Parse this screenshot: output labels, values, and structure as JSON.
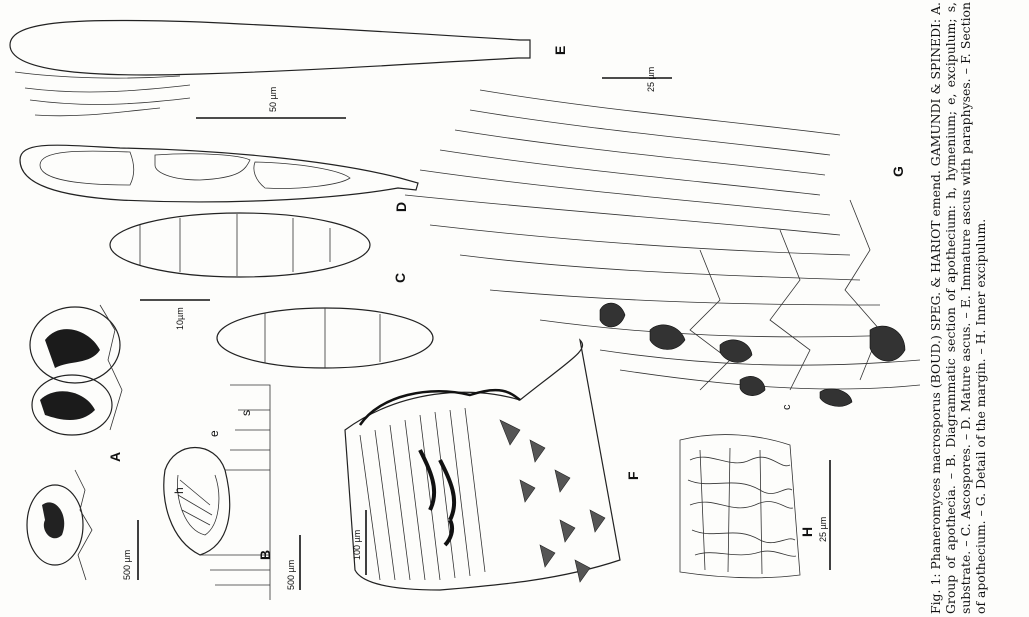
{
  "figure": {
    "panel_labels": [
      "A",
      "B",
      "C",
      "D",
      "E",
      "F",
      "G",
      "H"
    ],
    "structure_labels": {
      "h": "h",
      "e": "e",
      "s": "s",
      "c": "c"
    },
    "scale_bars": {
      "a": "500 µm",
      "b": "500 µm",
      "c": "10µm",
      "e": "50 µm",
      "f": "100 µm",
      "g": "25 µm",
      "h": "25 µm"
    }
  },
  "caption": {
    "text": "Fig. 1: Phaneromyces macrosporus (BOUD.) SPEG. & HARIOT emend. GAMUNDI & SPINEDI: A. Group of apothecia. – B. Diagrammatic section of apothecium: h, hymenium; e, excipulum; s, substrate. – C. Ascospores. – D. Mature ascus. – E. Immature ascus with paraphyses. – F. Section of apothecium. – G. Detail of the margin. – H. Inner excipulum."
  }
}
